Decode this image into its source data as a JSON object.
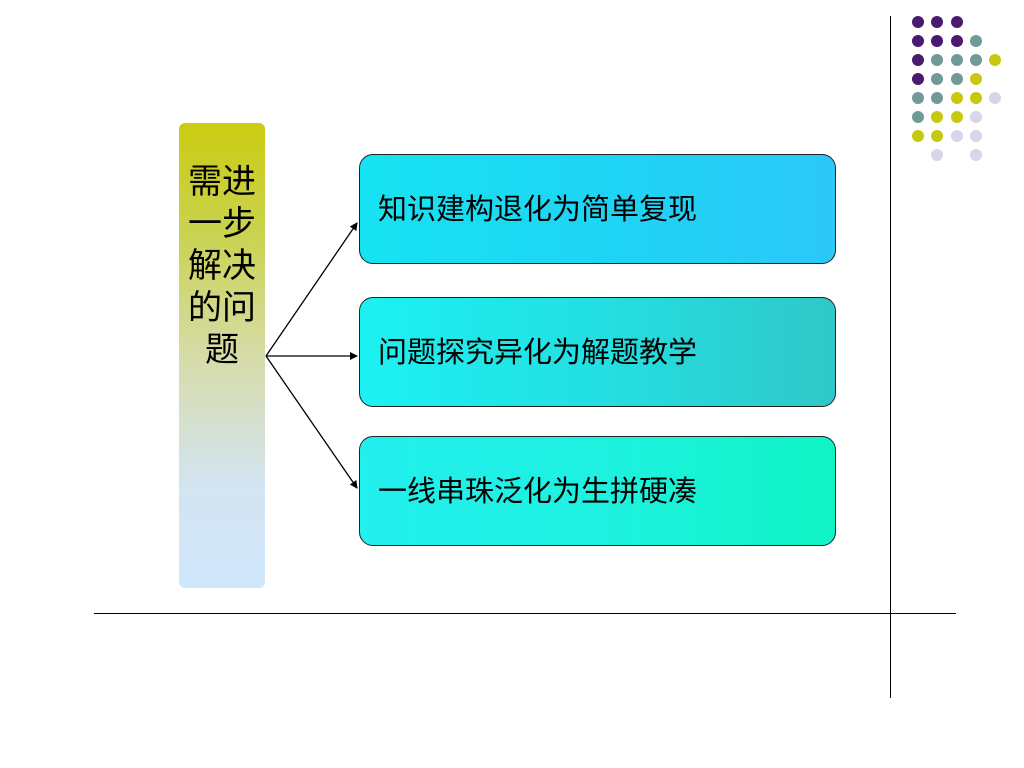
{
  "left_label": "需进一步解决的问题",
  "boxes": [
    {
      "label": "知识建构退化为简单复现"
    },
    {
      "label": "问题探究异化为解题教学"
    },
    {
      "label": "一线串珠泛化为生拼硬凑"
    }
  ],
  "colors": {
    "dot_purple": "#4a1a6e",
    "dot_teal": "#6f9a98",
    "dot_yellow": "#c8c80e",
    "dot_lavender": "#d6d6ea",
    "line": "#000000"
  }
}
